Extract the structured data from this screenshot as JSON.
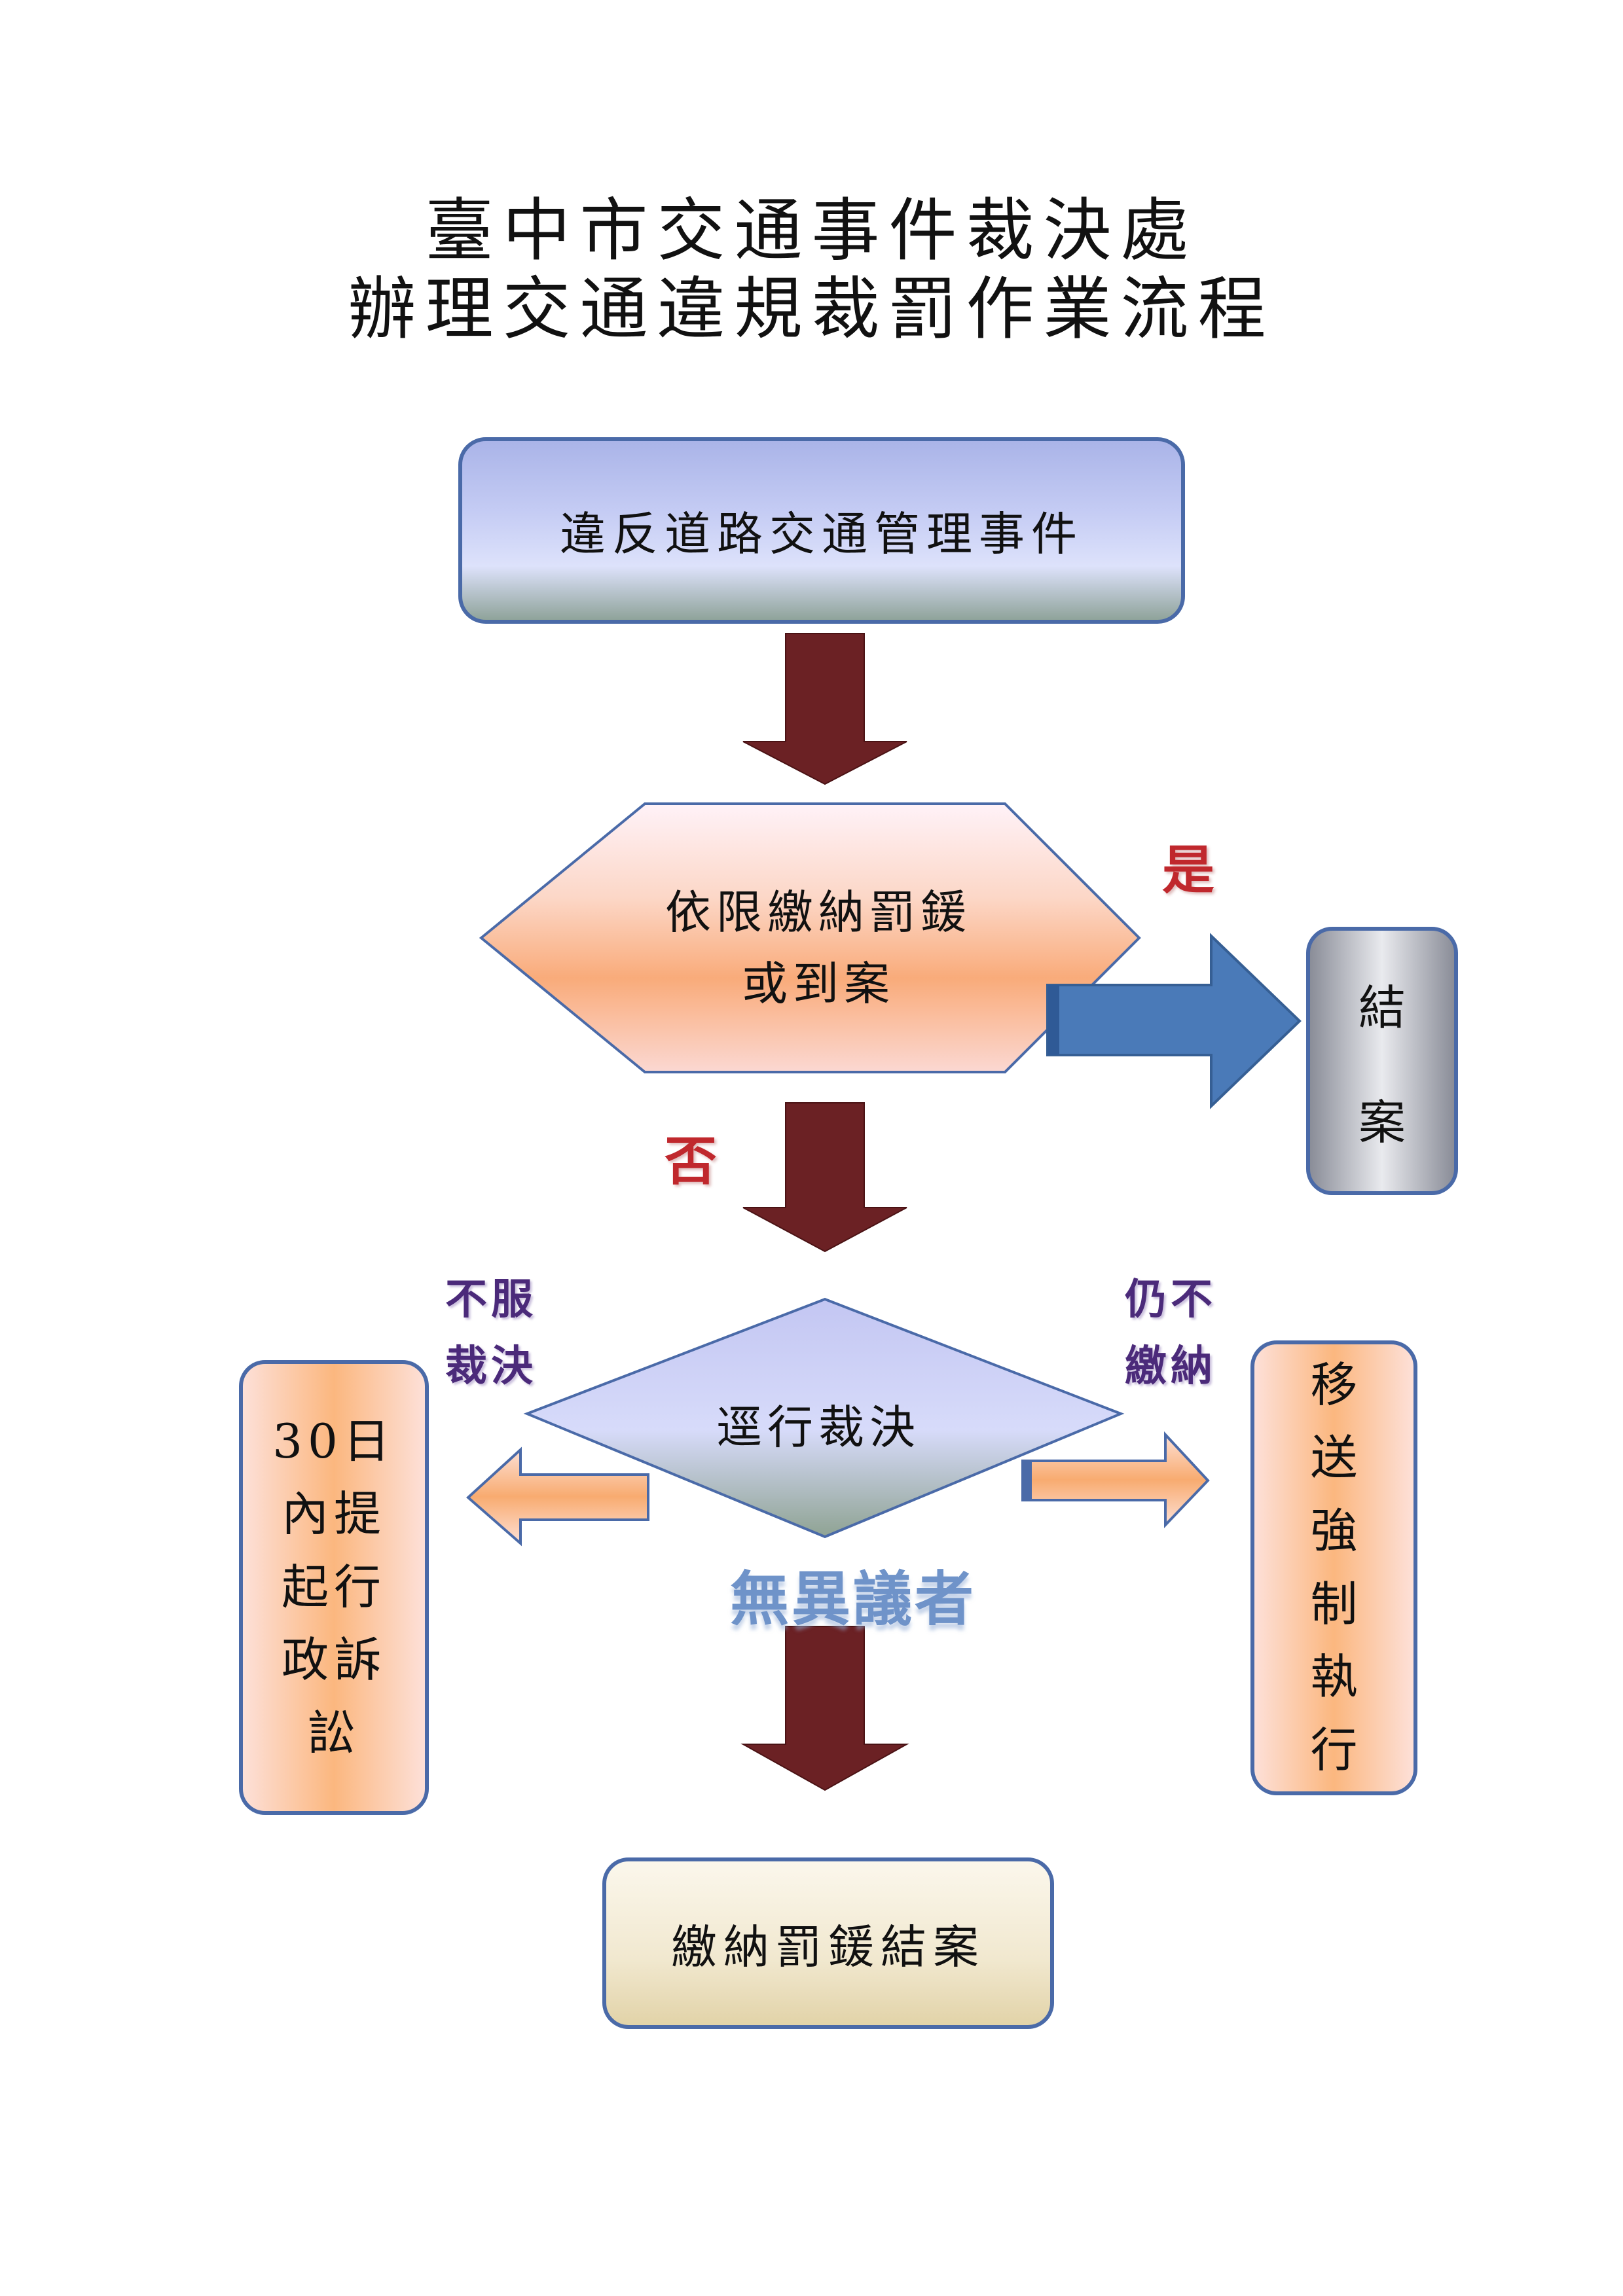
{
  "title": {
    "line1": "臺中市交通事件裁決處",
    "line2": "辦理交通違規裁罰作業流程"
  },
  "nodes": {
    "start": "違反道路交通管理事件",
    "check_line1": "依限繳納罰鍰",
    "check_line2": "或到案",
    "close": [
      "結",
      "案"
    ],
    "ruling": "逕行裁決",
    "lawsuit": "30日內提起行政訴訟",
    "enforce": "移送強制執行",
    "end": "繳納罰鍰結案"
  },
  "edges": {
    "yes": "是",
    "no": "否",
    "disagree_line1": "不服",
    "disagree_line2": "裁決",
    "unpaid_line1": "仍不",
    "unpaid_line2": "繳納",
    "no_objection": "無異議者"
  },
  "colors": {
    "down_arrow": "#6b2124",
    "side_arrow_blue": "#4a7ab8",
    "orange_arrow": "#f9b47a",
    "border": "#4a6aa8",
    "label_red": "#c0282d",
    "label_purple": "#4b2a7a",
    "label_blue": "#6f93c9"
  }
}
